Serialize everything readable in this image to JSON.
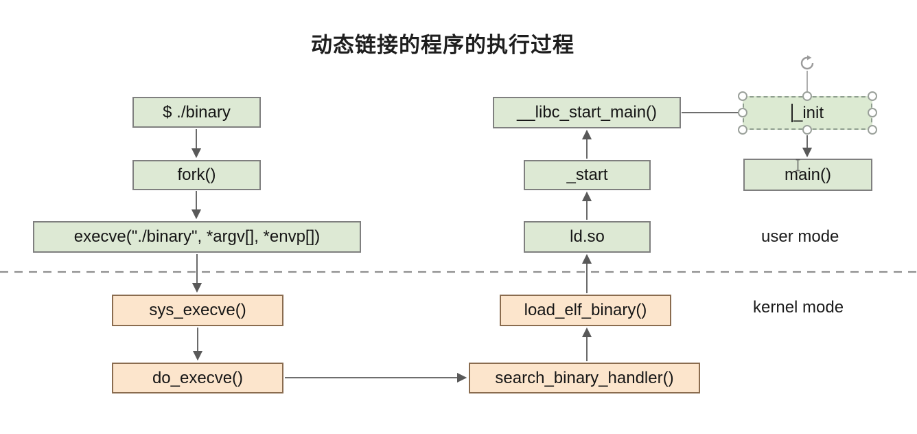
{
  "title": "动态链接的程序的执行过程",
  "side_labels": {
    "user_mode": "user mode",
    "kernel_mode": "kernel mode"
  },
  "nodes": {
    "binary": {
      "label": "$ ./binary",
      "mode": "user"
    },
    "fork": {
      "label": "fork()",
      "mode": "user"
    },
    "execve": {
      "label": "execve(\"./binary\", *argv[], *envp[])",
      "mode": "user"
    },
    "sys_execve": {
      "label": "sys_execve()",
      "mode": "kernel"
    },
    "do_execve": {
      "label": "do_execve()",
      "mode": "kernel"
    },
    "search_binary_handler": {
      "label": "search_binary_handler()",
      "mode": "kernel"
    },
    "load_elf_binary": {
      "label": "load_elf_binary()",
      "mode": "kernel"
    },
    "ld_so": {
      "label": "ld.so",
      "mode": "user"
    },
    "start": {
      "label": "_start",
      "mode": "user"
    },
    "libc_start_main": {
      "label": "__libc_start_main()",
      "mode": "user"
    },
    "init": {
      "label": "_init",
      "mode": "user",
      "selected": true
    },
    "main": {
      "label": "main()",
      "mode": "user"
    }
  },
  "edges": [
    {
      "from": "binary",
      "to": "fork",
      "arrow": "down"
    },
    {
      "from": "fork",
      "to": "execve",
      "arrow": "down"
    },
    {
      "from": "execve",
      "to": "sys_execve",
      "arrow": "down"
    },
    {
      "from": "sys_execve",
      "to": "do_execve",
      "arrow": "down"
    },
    {
      "from": "do_execve",
      "to": "search_binary_handler",
      "arrow": "right"
    },
    {
      "from": "search_binary_handler",
      "to": "load_elf_binary",
      "arrow": "up"
    },
    {
      "from": "load_elf_binary",
      "to": "ld_so",
      "arrow": "up"
    },
    {
      "from": "ld_so",
      "to": "start",
      "arrow": "up"
    },
    {
      "from": "start",
      "to": "libc_start_main",
      "arrow": "up"
    },
    {
      "from": "libc_start_main",
      "to": "init",
      "arrow": "none"
    },
    {
      "from": "init",
      "to": "main",
      "arrow": "down"
    }
  ],
  "icons": {
    "rotate_handle": "rotate-clockwise-arrow",
    "text_cursor": "i-beam"
  },
  "colors": {
    "user_mode_fill": "#dde9d4",
    "user_mode_border": "#7f7f7f",
    "kernel_mode_fill": "#fce5cc",
    "kernel_mode_border": "#8a6c4f",
    "connector": "#595959",
    "divider": "#8f8f8f",
    "background": "#ffffff"
  }
}
